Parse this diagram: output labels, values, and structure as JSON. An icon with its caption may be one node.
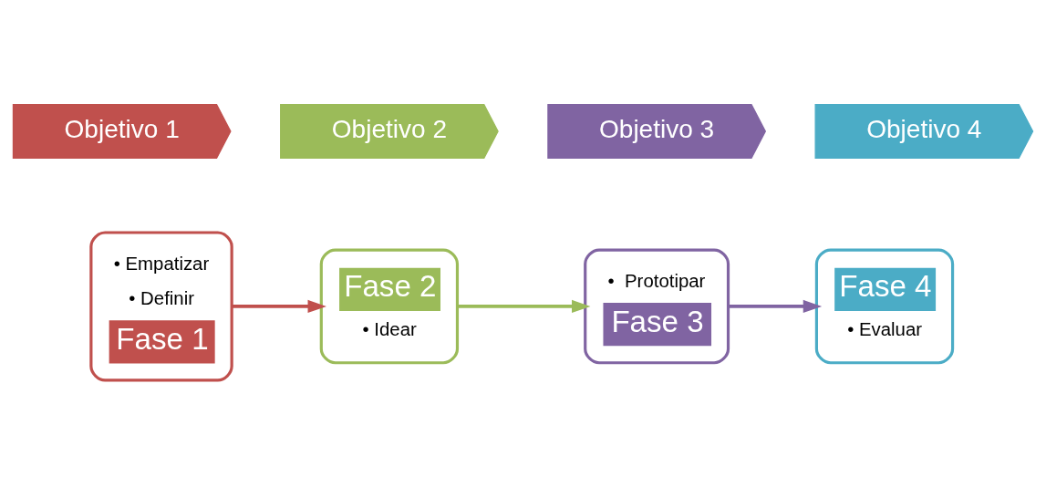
{
  "diagram": {
    "nodes": [
      {
        "text": [
          "Objetivo 1"
        ]
      },
      {
        "text": [
          "Objetivo 2"
        ]
      },
      {
        "text": [
          "Objetivo 3"
        ]
      },
      {
        "text": [
          "Objetivo 4"
        ]
      },
      {
        "text": [
          "• Empatizar",
          "• Definir",
          "Fase 1"
        ]
      },
      {
        "text": [
          "Fase 2",
          "• Idear"
        ]
      },
      {
        "text": [
          "•  Prototipar",
          "Fase 3"
        ]
      },
      {
        "text": [
          "Fase 4",
          "• Evaluar"
        ]
      }
    ],
    "edges": [
      {
        "from": 4,
        "to": 5,
        "arrow": "to",
        "color": "#c0504d"
      },
      {
        "from": 5,
        "to": 6,
        "arrow": "to",
        "color": "#9bbb59"
      },
      {
        "from": 6,
        "to": 7,
        "arrow": "to",
        "color": "#8064a2"
      }
    ]
  }
}
